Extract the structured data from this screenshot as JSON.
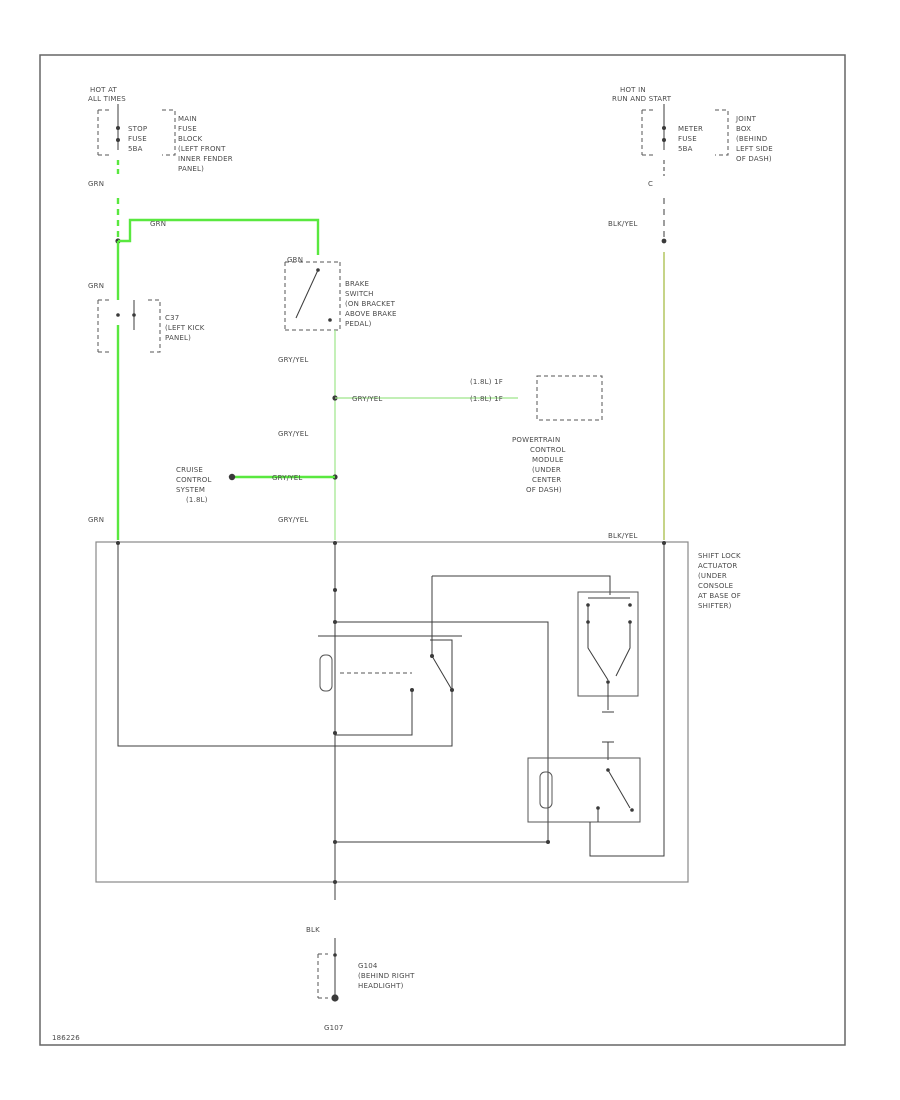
{
  "diagram": {
    "figure_id": "186226",
    "hot_left": [
      "HOT AT",
      "ALL TIMES"
    ],
    "hot_right": [
      "HOT IN",
      "RUN AND START"
    ],
    "fuse_left_name": [
      "STOP",
      "FUSE",
      "5BA"
    ],
    "fuse_left_loc": [
      "MAIN",
      "FUSE",
      "BLOCK",
      "(LEFT FRONT",
      "INNER FENDER",
      "PANEL)"
    ],
    "fuse_right_name": [
      "METER",
      "FUSE",
      "5BA"
    ],
    "fuse_right_loc": [
      "JOINT",
      "BOX",
      "(BEHIND",
      "LEFT SIDE",
      "OF DASH)"
    ],
    "wire_grn": "GRN",
    "wire_gry_yel": "GRY/YEL",
    "wire_blk_yel": "BLK/YEL",
    "wire_blk": "BLK",
    "pin_c": "C",
    "brake_switch": [
      "BRAKE",
      "SWITCH",
      "(ON BRACKET",
      "ABOVE BRAKE",
      "PEDAL)"
    ],
    "connector_left": [
      "C37",
      "(LEFT KICK",
      "PANEL)"
    ],
    "pcm_pins": [
      "(1.8L) 1F",
      "(1.8L) 1F"
    ],
    "pcm_label": [
      "POWERTRAIN",
      "CONTROL",
      "MODULE",
      "(UNDER",
      "CENTER",
      "OF DASH)"
    ],
    "cruise_label": [
      "CRUISE",
      "CONTROL",
      "SYSTEM",
      "(1.8L)"
    ],
    "shift_lock": [
      "SHIFT LOCK",
      "ACTUATOR",
      "(UNDER",
      "CONSOLE",
      "AT BASE OF",
      "SHIFTER)"
    ],
    "ground_label": [
      "G104",
      "(BEHIND RIGHT",
      "HEADLIGHT)"
    ],
    "ground_id": "G107"
  }
}
